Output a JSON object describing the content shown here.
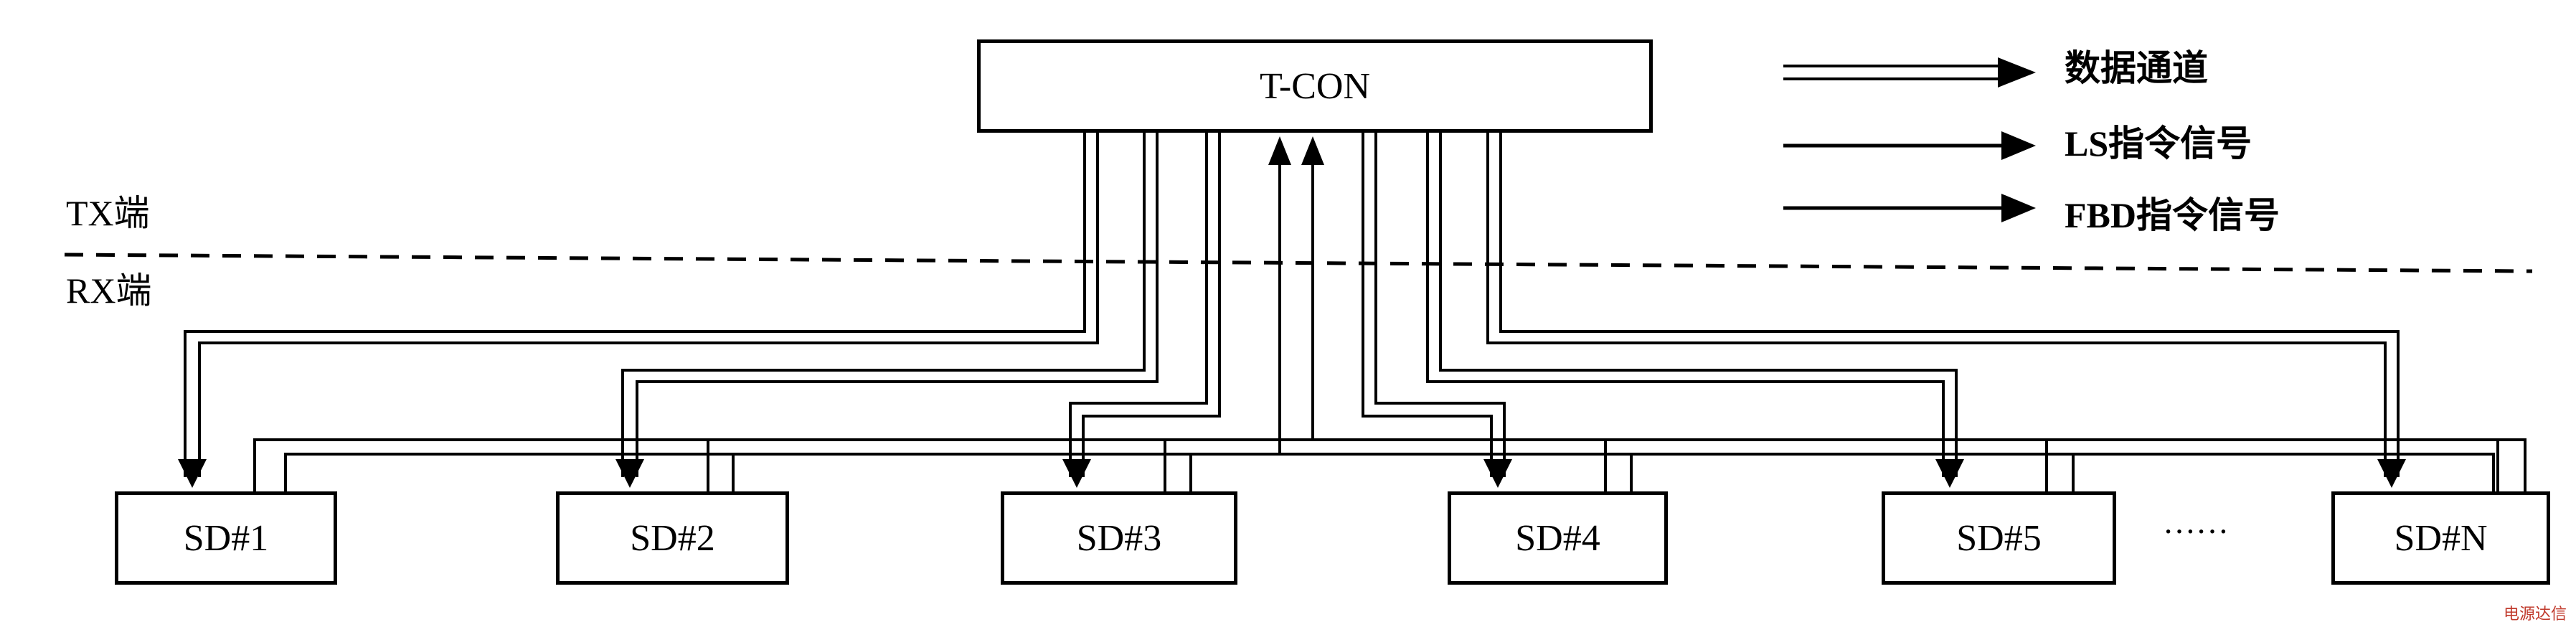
{
  "nodes": {
    "tcon": "T-CON",
    "sd": [
      "SD#1",
      "SD#2",
      "SD#3",
      "SD#4",
      "SD#5",
      "SD#N"
    ]
  },
  "sides": {
    "tx": "TX端",
    "rx": "RX端"
  },
  "ellipsis": "……",
  "legend": {
    "data_channel": "数据通道",
    "ls_signal": "LS指令信号",
    "fbd_signal": "FBD指令信号"
  },
  "watermark": "电源达信"
}
